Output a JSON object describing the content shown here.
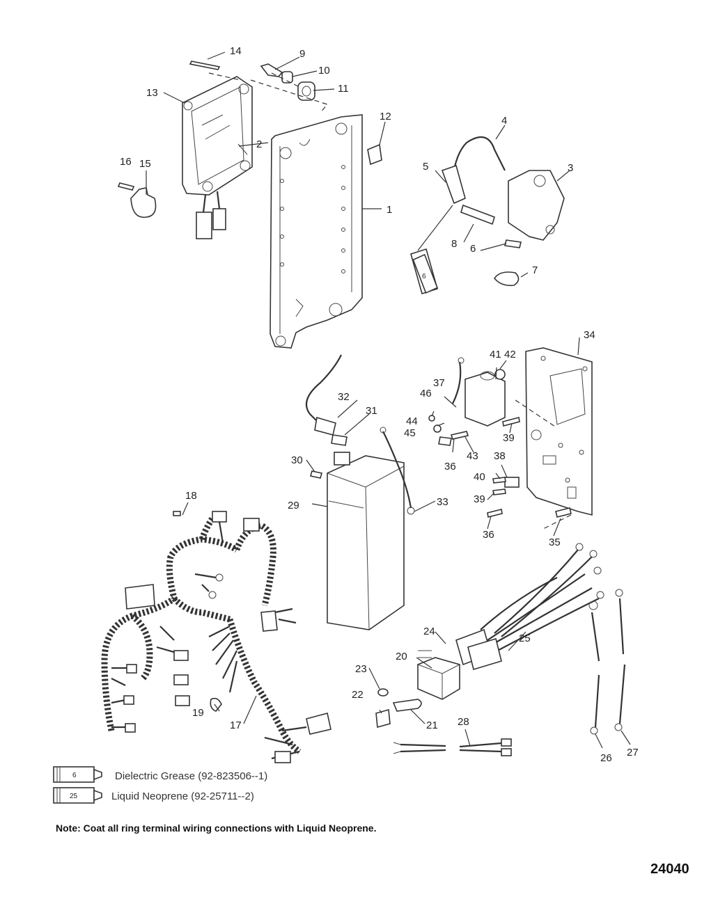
{
  "callouts": {
    "c1": "1",
    "c2": "2",
    "c3": "3",
    "c4": "4",
    "c5": "5",
    "c6a": "6",
    "c6b": "6",
    "c7": "7",
    "c8": "8",
    "c9": "9",
    "c10": "10",
    "c11": "11",
    "c12": "12",
    "c13": "13",
    "c14": "14",
    "c15": "15",
    "c16": "16",
    "c17": "17",
    "c18": "18",
    "c19": "19",
    "c20": "20",
    "c21": "21",
    "c22": "22",
    "c23": "23",
    "c24": "24",
    "c25": "25",
    "c26": "26",
    "c27": "27",
    "c28": "28",
    "c29": "29",
    "c30": "30",
    "c31": "31",
    "c32": "32",
    "c33": "33",
    "c34": "34",
    "c35": "35",
    "c36a": "36",
    "c36b": "36",
    "c37": "37",
    "c38": "38",
    "c39a": "39",
    "c39b": "39",
    "c40": "40",
    "c41": "41",
    "c42": "42",
    "c43": "43",
    "c44": "44",
    "c45": "45",
    "c46": "46"
  },
  "tube_label_on_diagram": "6",
  "legend": [
    {
      "tube_number": "6",
      "text": "Dielectric Grease (92-823506--1)"
    },
    {
      "tube_number": "25",
      "text": "Liquid Neoprene (92-25711--2)"
    }
  ],
  "note": "Note: Coat all ring terminal wiring connections with Liquid Neoprene.",
  "figure_id": "24040"
}
